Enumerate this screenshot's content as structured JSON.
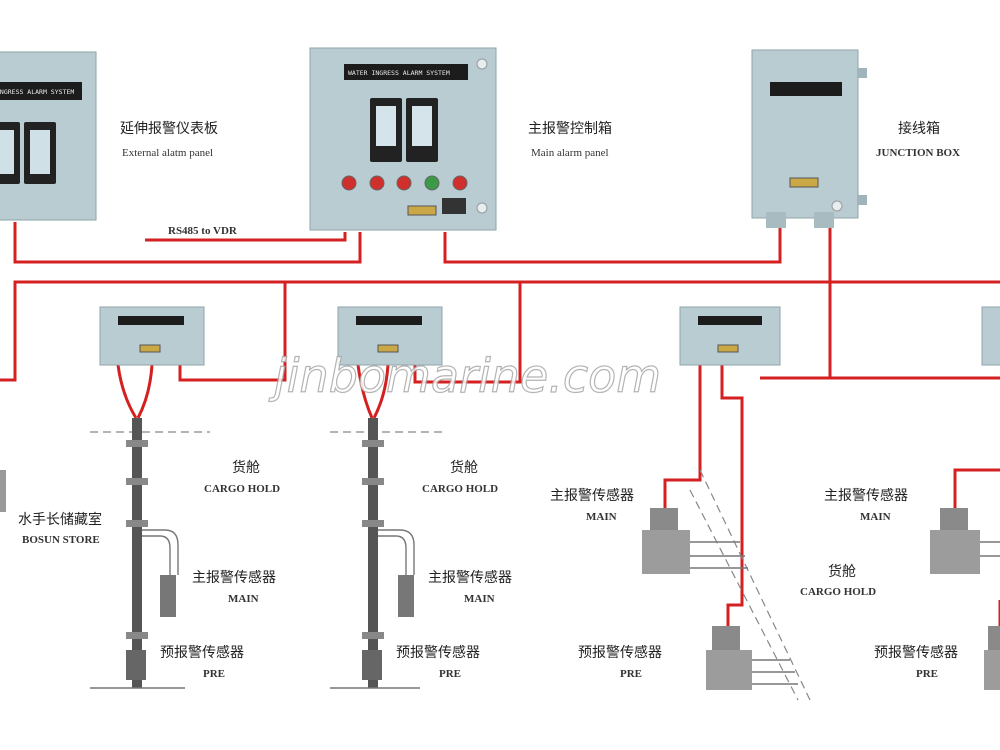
{
  "panels": {
    "external": {
      "cn": "延伸报警仪表板",
      "en": "External alatm panel",
      "plate": "INGRESS ALARM SYSTEM"
    },
    "main": {
      "cn": "主报警控制箱",
      "en": "Main alarm panel",
      "plate": "WATER INGRESS ALARM SYSTEM"
    },
    "junction": {
      "cn": "接线箱",
      "en": "JUNCTION BOX"
    }
  },
  "rs485_label": "RS485 to VDR",
  "cargo_hold": {
    "cn": "货舱",
    "en": "CARGO HOLD"
  },
  "bosun_store": {
    "cn": "水手长储藏室",
    "en": "BOSUN STORE"
  },
  "main_sensor": {
    "cn": "主报警传感器",
    "en": "MAIN"
  },
  "pre_sensor": {
    "cn": "预报警传感器",
    "en": "PRE"
  },
  "watermark": "jinbomarine.com",
  "colors": {
    "wire": "#d42020",
    "panel": "#b9ccd2",
    "plate": "#1c1c1c"
  }
}
